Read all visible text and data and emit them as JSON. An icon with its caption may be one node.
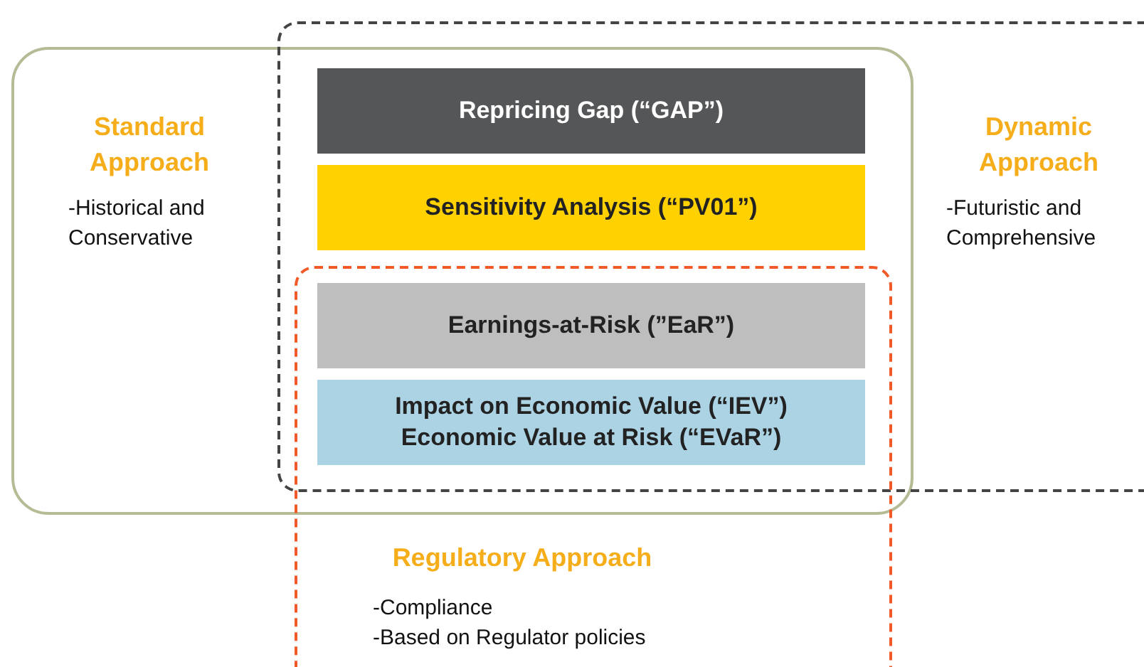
{
  "diagram": {
    "nodes": [
      {
        "text": [
          "Standard Approach",
          "-Historical and Conservative"
        ]
      },
      {
        "text": [
          "Dynamic Approach",
          "-Futuristic and Comprehensive"
        ]
      },
      {
        "text": [
          "Regulatory Approach",
          "-Compliance",
          "-Based on Regulator policies"
        ]
      },
      {
        "text": [
          "Repricing Gap (“GAP”)"
        ]
      },
      {
        "text": [
          "Sensitivity Analysis (“PV01”)"
        ]
      },
      {
        "text": [
          "Earnings-at-Risk (”EaR”)"
        ]
      },
      {
        "text": [
          "Impact on Economic Value (“IEV”)",
          "Economic Value at Risk (“EVaR”)"
        ]
      }
    ]
  }
}
